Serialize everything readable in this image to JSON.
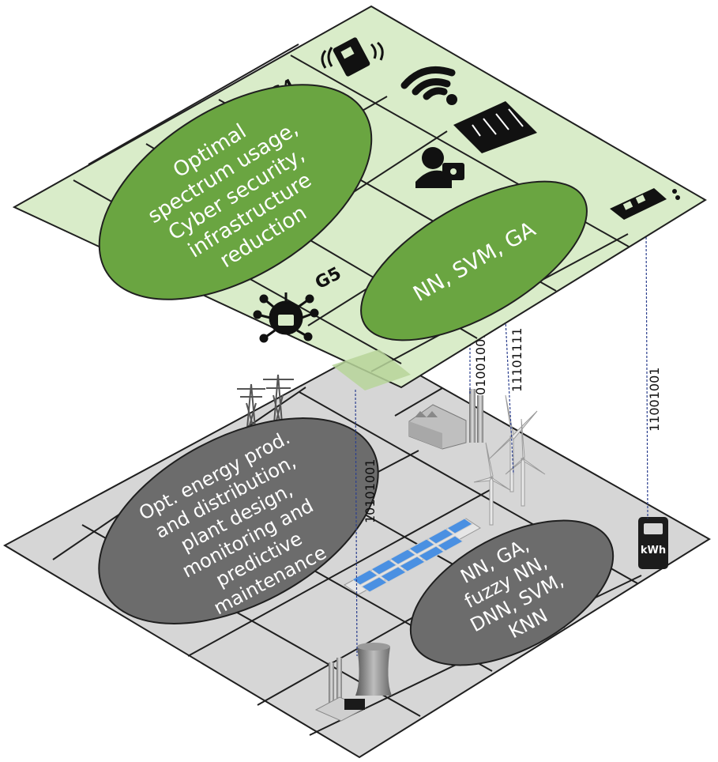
{
  "top_layer": {
    "fill_color": "#d9ecc9",
    "grid_color": "#1f1f1f",
    "ellipse_color": "#6aa541",
    "labels": {
      "g4": "G4",
      "g5": "G5"
    },
    "ellipse_large_lines": [
      "Optimal",
      "spectrum usage,",
      "Cyber security,",
      "infrastructure",
      "reduction"
    ],
    "ellipse_small_lines": [
      "NN, SVM, GA"
    ]
  },
  "bottom_layer": {
    "fill_color": "#d6d6d6",
    "grid_color": "#1f1f1f",
    "ellipse_color": "#6c6c6c",
    "ellipse_large_lines": [
      "Opt. energy prod.",
      "and distribution,",
      "plant design,",
      "monitoring and",
      "predictive",
      "maintenance"
    ],
    "ellipse_small_lines": [
      "NN, GA,",
      "fuzzy NN,",
      "DNN, SVM,",
      "KNN"
    ],
    "meter_label": "kWh"
  },
  "binary_streams": {
    "b1": "10101001",
    "b2": "01001001",
    "b3": "11101111",
    "b4": "11001001"
  },
  "icons": [
    "iot-device-icon",
    "wifi-icon",
    "circuit-chip-icon",
    "user-lock-icon",
    "connector-icon",
    "cyber-virus-lock-icon",
    "power-pylon-icon",
    "factory-icon",
    "wind-turbine-icon",
    "solar-panel-icon",
    "smart-meter-icon",
    "power-plant-icon"
  ]
}
